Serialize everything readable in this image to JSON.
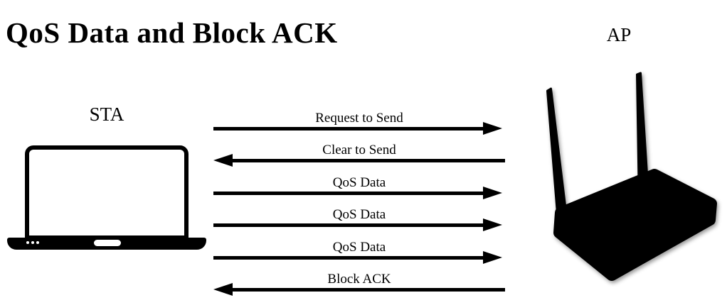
{
  "page": {
    "background": "#ffffff",
    "foreground": "#000000"
  },
  "title": "QoS Data and Block ACK",
  "sta": {
    "label": "STA",
    "icon": "laptop-icon"
  },
  "ap": {
    "label": "AP",
    "icon": "wifi-router-icon"
  },
  "messages": [
    {
      "label": "Request to Send",
      "direction": "right",
      "from": "STA",
      "to": "AP"
    },
    {
      "label": "Clear to Send",
      "direction": "left",
      "from": "AP",
      "to": "STA"
    },
    {
      "label": "QoS Data",
      "direction": "right",
      "from": "STA",
      "to": "AP"
    },
    {
      "label": "QoS Data",
      "direction": "right",
      "from": "STA",
      "to": "AP"
    },
    {
      "label": "QoS Data",
      "direction": "right",
      "from": "STA",
      "to": "AP"
    },
    {
      "label": "Block ACK",
      "direction": "left",
      "from": "AP",
      "to": "STA"
    }
  ]
}
